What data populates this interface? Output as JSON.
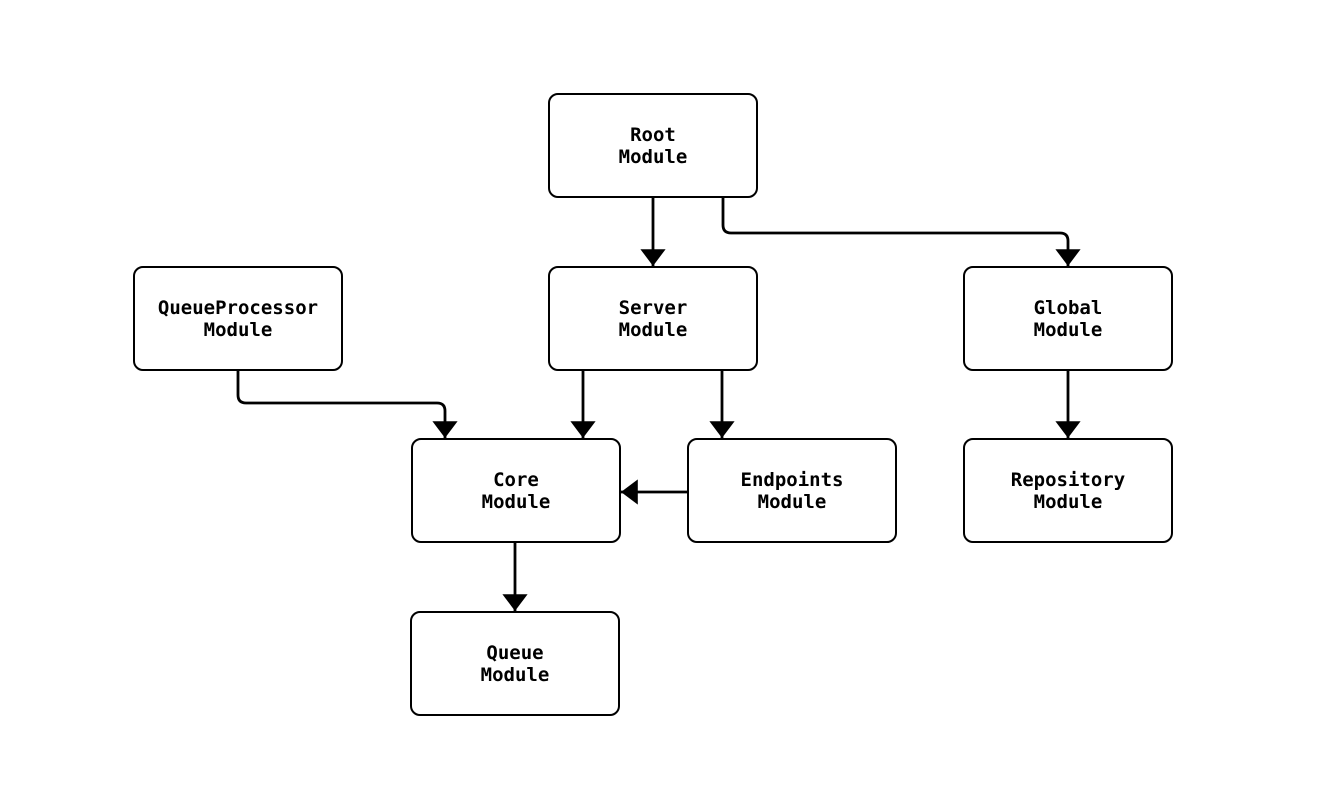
{
  "diagram": {
    "type": "module-dependency-flowchart",
    "background_color": "#ffffff",
    "node_fill": "#ffffff",
    "node_border_color": "#000000",
    "line_color": "#000000",
    "nodes": {
      "root": {
        "line1": "Root",
        "line2": "Module"
      },
      "queueprocessor": {
        "line1": "QueueProcessor",
        "line2": "Module"
      },
      "server": {
        "line1": "Server",
        "line2": "Module"
      },
      "global": {
        "line1": "Global",
        "line2": "Module"
      },
      "core": {
        "line1": "Core",
        "line2": "Module"
      },
      "endpoints": {
        "line1": "Endpoints",
        "line2": "Module"
      },
      "repository": {
        "line1": "Repository",
        "line2": "Module"
      },
      "queue": {
        "line1": "Queue",
        "line2": "Module"
      }
    },
    "edges": [
      {
        "from": "Root Module",
        "to": "Server Module"
      },
      {
        "from": "Root Module",
        "to": "Global Module"
      },
      {
        "from": "QueueProcessor Module",
        "to": "Core Module"
      },
      {
        "from": "Server Module",
        "to": "Core Module"
      },
      {
        "from": "Server Module",
        "to": "Endpoints Module"
      },
      {
        "from": "Endpoints Module",
        "to": "Core Module"
      },
      {
        "from": "Core Module",
        "to": "Queue Module"
      },
      {
        "from": "Global Module",
        "to": "Repository Module"
      }
    ]
  }
}
